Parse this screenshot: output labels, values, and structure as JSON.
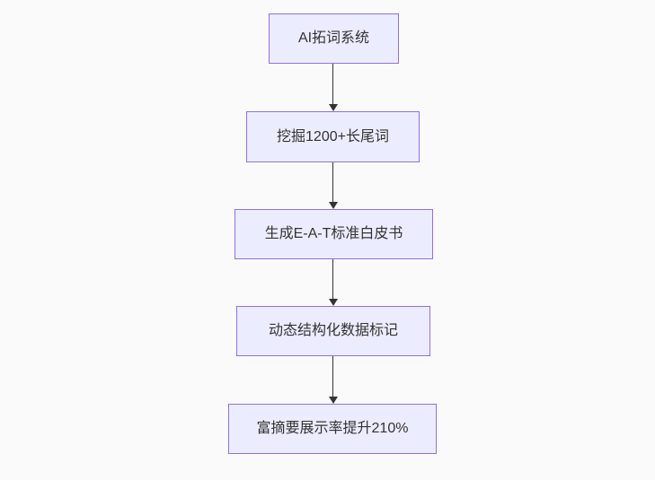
{
  "diagram": {
    "type": "flowchart",
    "direction": "top-down",
    "nodes": [
      {
        "id": "1",
        "label": "AI拓词系统"
      },
      {
        "id": "2",
        "label": "挖掘1200+长尾词"
      },
      {
        "id": "3",
        "label": "生成E-A-T标准白皮书"
      },
      {
        "id": "4",
        "label": "动态结构化数据标记"
      },
      {
        "id": "5",
        "label": "富摘要展示率提升210%"
      }
    ],
    "edges": [
      {
        "from": "1",
        "to": "2",
        "arrow": "down"
      },
      {
        "from": "2",
        "to": "3",
        "arrow": "down"
      },
      {
        "from": "3",
        "to": "4",
        "arrow": "down"
      },
      {
        "from": "4",
        "to": "5",
        "arrow": "down"
      }
    ],
    "colors": {
      "background": "#FAFAFA",
      "node_fill": "#ECECFF",
      "node_border": "#9370DB",
      "text": "#333333",
      "arrow": "#333333"
    }
  }
}
